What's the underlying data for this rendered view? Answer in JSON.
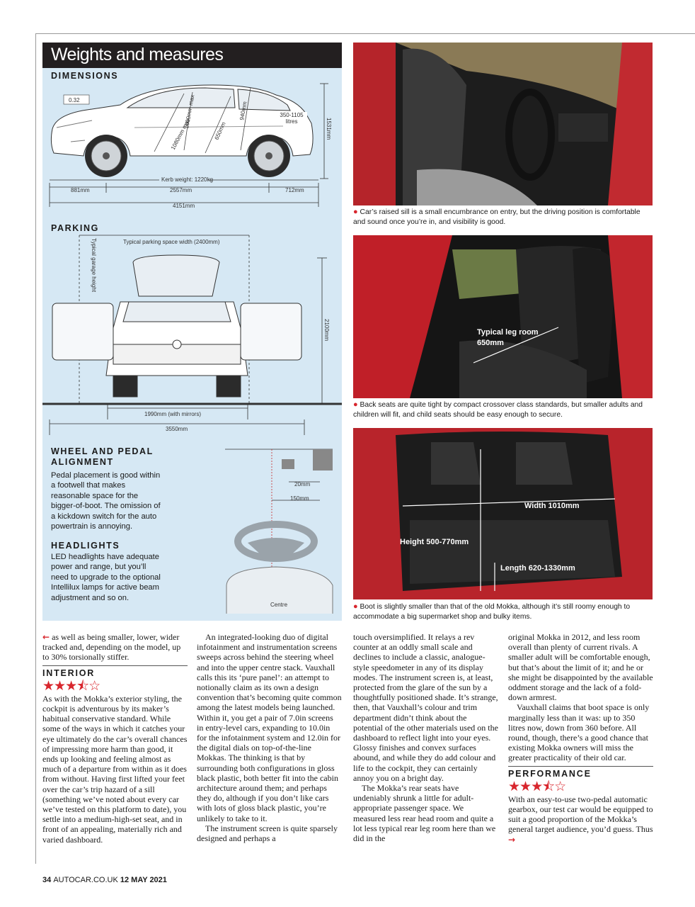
{
  "panel": {
    "title": "Weights and measures",
    "dimensions_head": "DIMENSIONS",
    "parking_head": "PARKING",
    "wheel_head": "WHEEL AND PEDAL ALIGNMENT",
    "wheel_text": "Pedal placement is good within a footwell that makes reasonable space for the bigger-of-boot. The omission of a kickdown switch for the auto powertrain is annoying.",
    "headlights_head": "HEADLIGHTS",
    "headlights_text": "LED headlights have adequate power and range, but you’ll need to upgrade to the optional Intellilux lamps for active beam adjustment and so on."
  },
  "diagram": {
    "drag": "0.32",
    "front_head": "1000mm max",
    "front_leg": "1080mm max",
    "rear_head": "940mm",
    "rear_leg": "650mm",
    "boot": "350-1105 litres",
    "height": "1531mm",
    "kerb": "Kerb weight: 1220kg",
    "front_overhang": "881mm",
    "wheelbase": "2557mm",
    "rear_overhang": "712mm",
    "length": "4151mm",
    "garage_height": "Typical garage height",
    "space_width": "Typical parking space width (2400mm)",
    "door_height": "2100mm",
    "width_mirrors": "1990mm (with mirrors)",
    "width_doors": "3550mm",
    "pedal_gap": "20mm",
    "pedal_offset": "150mm",
    "centre": "Centre"
  },
  "photos": [
    {
      "caption": "Car’s raised sill is a small encumbrance on entry, but the driving position is comfortable and sound once you’re in, and visibility is good."
    },
    {
      "overlay1": "Typical leg room",
      "overlay2": "650mm",
      "caption": "Back seats are quite tight by compact crossover class standards, but smaller adults and children will fit, and child seats should be easy enough to secure."
    },
    {
      "width": "Width 1010mm",
      "height": "Height 500-770mm",
      "length": "Length 620-1330mm",
      "caption": "Boot is slightly smaller than that of the old Mokka, although it’s still roomy enough to accommodate a big supermarket shop and bulky items."
    }
  ],
  "article": {
    "col1_lead": "as well as being smaller, lower, wider tracked and, depending on the model, up to 30% torsionally stiffer.",
    "interior_head": "INTERIOR",
    "interior_stars": "★★★⯪☆",
    "col1_body": "As with the Mokka’s exterior styling, the cockpit is adventurous by its maker’s habitual conservative standard. While some of the ways in which it catches your eye ultimately do the car’s overall chances of impressing more harm than good, it ends up looking and feeling almost as much of a departure from within as it does from without. Having first lifted your feet over the car’s trip hazard of a sill (something we’ve noted about every car we’ve tested on this platform to date), you settle into a medium-high-set seat, and in front of an appealing, materially rich and varied dashboard.",
    "col2_p1": "An integrated-looking duo of digital infotainment and instrumentation screens sweeps across behind the steering wheel and into the upper centre stack. Vauxhall calls this its ‘pure panel’: an attempt to notionally claim as its own a design convention that’s becoming quite common among the latest models being launched. Within it, you get a pair of 7.0in screens in entry-level cars, expanding to 10.0in for the infotainment system and 12.0in for the digital dials on top-of-the-line Mokkas. The thinking is that by surrounding both configurations in gloss black plastic, both better fit into the cabin architecture around them; and perhaps they do, although if you don’t like cars with lots of gloss black plastic, you’re unlikely to take to it.",
    "col2_p2": "The instrument screen is quite sparsely designed and perhaps a",
    "col3_p1": "touch oversimplified. It relays a rev counter at an oddly small scale and declines to include a classic, analogue-style speedometer in any of its display modes. The instrument screen is, at least, protected from the glare of the sun by a thoughtfully positioned shade. It’s strange, then, that Vauxhall’s colour and trim department didn’t think about the potential of the other materials used on the dashboard to reflect light into your eyes. Glossy finishes and convex surfaces abound, and while they do add colour and life to the cockpit, they can certainly annoy you on a bright day.",
    "col3_p2": "The Mokka’s rear seats have undeniably shrunk a little for adult-appropriate passenger space. We measured less rear head room and quite a lot less typical rear leg room here than we did in the",
    "col4_p1": "original Mokka in 2012, and less room overall than plenty of current rivals. A smaller adult will be comfortable enough, but that’s about the limit of it; and he or she might be disappointed by the available oddment storage and the lack of a fold-down armrest.",
    "col4_p2": "Vauxhall claims that boot space is only marginally less than it was: up to 350 litres now, down from 360 before. All round, though, there’s a good chance that existing Mokka owners will miss the greater practicality of their old car.",
    "performance_head": "PERFORMANCE",
    "performance_stars": "★★★⯪☆",
    "col4_p3": "With an easy-to-use two-pedal automatic gearbox, our test car would be equipped to suit a good proportion of the Mokka’s general target audience, you’d guess. Thus"
  },
  "footer": {
    "page": "34",
    "site": "AUTOCAR.CO.UK",
    "date": "12 MAY 2021"
  }
}
